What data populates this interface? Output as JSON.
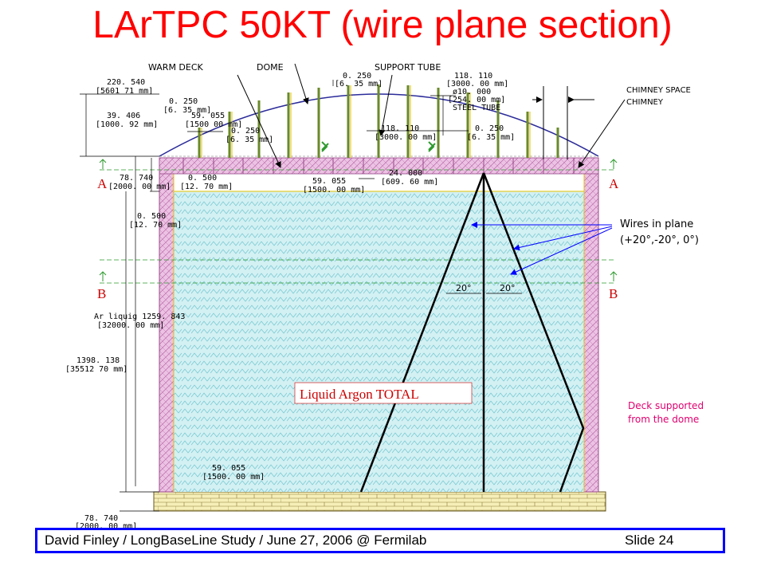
{
  "title": "LArTPC 50KT (wire plane section)",
  "labels": {
    "warm_deck": "WARM DECK",
    "dome": "DOME",
    "support_tube": "SUPPORT TUBE",
    "chimney_space": "CHIMNEY SPACE",
    "chimney": "CHIMNEY",
    "steel_tube": "STEEL TUBE",
    "section_a": "A",
    "section_b": "B",
    "liquid_argon_total": "Liquid Argon TOTAL",
    "wires_line1": "Wires in plane",
    "wires_line2": "(+20°,-20°, 0°)",
    "deck_line1": "Deck supported",
    "deck_line2": "from the dome",
    "angle_left": "20°",
    "angle_right": "20°"
  },
  "dims": {
    "d220_a": "220. 540",
    "d220_b": "[5601 71 mm]",
    "d0250a_a": "0. 250",
    "d0250a_b": "[6. 35 mm]",
    "d39_a": "39. 406",
    "d39_b": "[1000. 92 mm]",
    "d59a_a": "59. 055",
    "d59a_b": "[1500 00 mm]",
    "d0250b_a": "0. 250",
    "d0250b_b": "[6. 35 mm]",
    "d0250c_a": "0. 250",
    "d0250c_b": "[6. 35 mm]",
    "d118a_a": "118. 110",
    "d118a_b": "[3000. 00 mm]",
    "d10_a": "ø10. 000",
    "d10_b": "[254. 00 mm]",
    "d118b_a": "118. 110",
    "d118b_b": "[3000. 00 mm]",
    "d0250d_a": "0. 250",
    "d0250d_b": "[6. 35 mm]",
    "d78a_a": "78. 740",
    "d78a_b": "[2000. 00 mm]",
    "d0500a_a": "0. 500",
    "d0500a_b": "[12. 70 mm]",
    "d59b_a": "59. 055",
    "d59b_b": "[1500. 00 mm]",
    "d24_a": "24. 000",
    "d24_b": "[609. 60 mm]",
    "d0500b_a": "0. 500",
    "d0500b_b": "[12. 70 mm]",
    "dar_a": "Ar liquig 1259. 843",
    "dar_b": "[32000. 00 mm]",
    "d1398_a": "1398. 138",
    "d1398_b": "[35512 70 mm]",
    "d59c_a": "59. 055",
    "d59c_b": "[1500. 00 mm]",
    "d78b_a": "78. 740",
    "d78b_b": "[2000. 00 mm]"
  },
  "footer": {
    "text": "David Finley / LongBaseLine Study / June 27, 2006 @ Fermilab",
    "slide": "Slide 24"
  },
  "colors": {
    "title": "#ff0000",
    "argon": "#cdeef0",
    "wall": "#e8b6dc",
    "deck_beams": "#e8b6dc",
    "wire": "#000000",
    "dome": "#2b2b9a",
    "annot_blue": "#0000ff",
    "annot_pink": "#e0006f",
    "green": "#2e9a2e",
    "floor": "#f5eeb0",
    "footer_border": "#0000ff"
  }
}
